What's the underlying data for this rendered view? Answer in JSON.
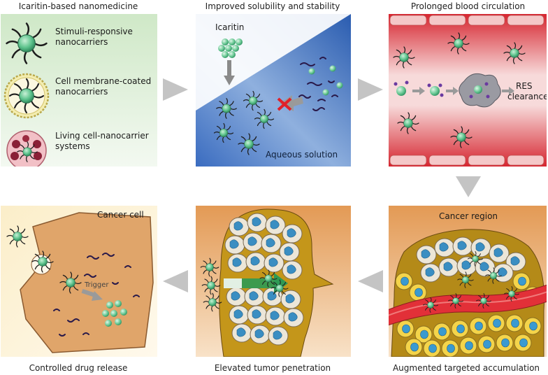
{
  "titles": {
    "p1": "Icaritin-based nanomedicine",
    "p2": "Improved solubility and stability",
    "p3": "Prolonged blood circulation",
    "p4": "Controlled drug release",
    "p5": "Elevated tumor penetration",
    "p6": "Augmented targeted accumulation"
  },
  "panel1": {
    "item1_line1": "Stimuli-responsive",
    "item1_line2": "nanocarriers",
    "item2_line1": "Cell membrane-coated",
    "item2_line2": "nanocarriers",
    "item3_line1": "Living cell-nanocarrier",
    "item3_line2": "systems"
  },
  "panel2": {
    "drug_label": "Icaritin",
    "medium_label": "Aqueous solution"
  },
  "panel3": {
    "res_line1": "RES",
    "res_line2": "clearance"
  },
  "panel4": {
    "cell_label": "Cancer cell",
    "trigger_label": "Trigger"
  },
  "panel6": {
    "region_label": "Cancer region"
  },
  "colors": {
    "green_bg": "#dcefd6",
    "blue_bg": "#2f64b4",
    "red_bg": "#d8242e",
    "orange_bg": "#e8a868",
    "nanoparticle": "#5fc48e",
    "arrow_gray": "#bfbfbf"
  }
}
